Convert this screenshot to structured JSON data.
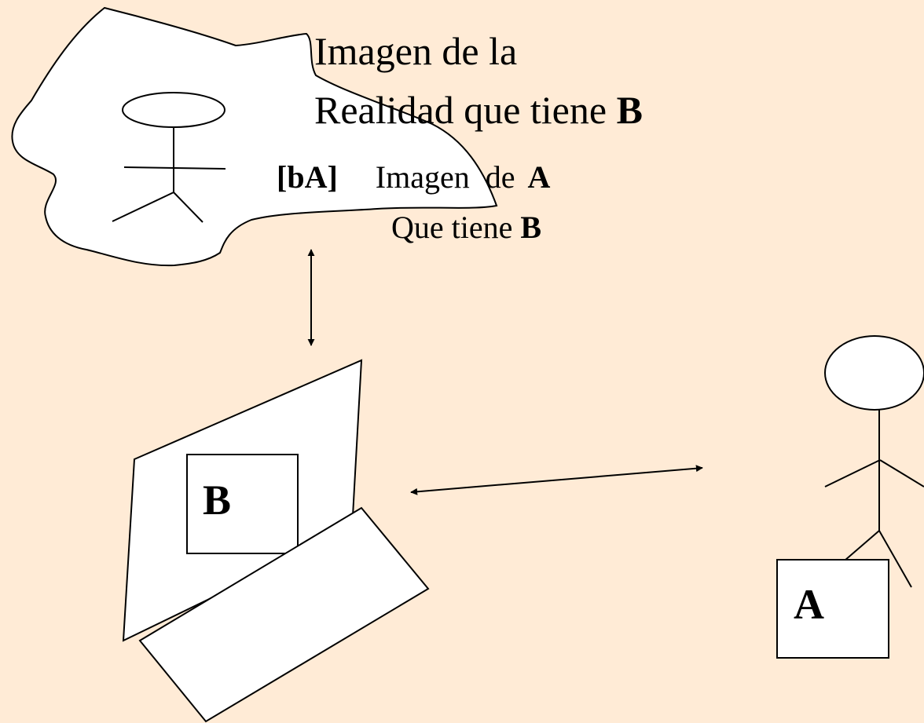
{
  "reality_title": {
    "line1": "Imagen de la",
    "line2_text": "Realidad que tiene",
    "line2_bold": "B"
  },
  "image_label": {
    "tag": "[bA]",
    "line1_text": "Imagen  de",
    "line1_bold": "A",
    "line2_text": "Que tiene",
    "line2_bold": "B"
  },
  "computer": {
    "label": "B"
  },
  "person": {
    "label": "A"
  },
  "colors": {
    "background": "#FFEBD6",
    "shape_fill": "#FFFFFF",
    "stroke": "#000000"
  }
}
